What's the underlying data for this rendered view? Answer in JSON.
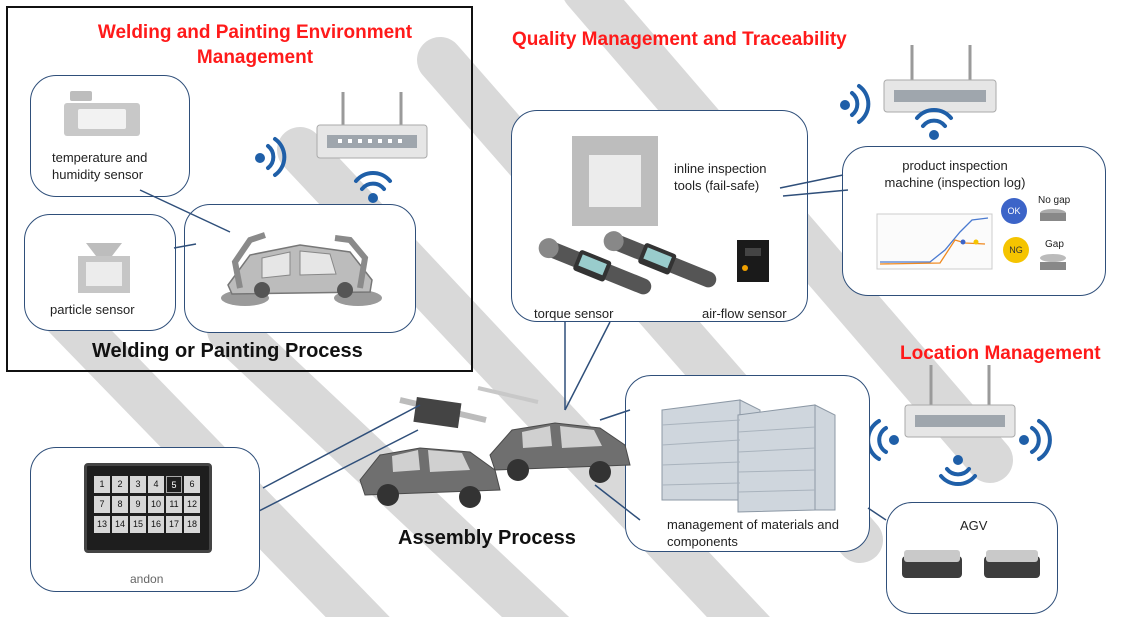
{
  "titles": {
    "welding_env": "Welding and Painting Environment Management",
    "quality": "Quality Management and Traceability",
    "location": "Location Management"
  },
  "processes": {
    "welding": "Welding or Painting Process",
    "assembly": "Assembly Process"
  },
  "labels": {
    "temp_sensor": "temperature and humidity sensor",
    "particle_sensor": "particle sensor",
    "inline_tools": "inline inspection tools (fail-safe)",
    "torque_sensor": "torque sensor",
    "airflow_sensor": "air-flow sensor",
    "inspection_machine": "product inspection machine (inspection log)",
    "ok": "OK",
    "ng": "NG",
    "no_gap": "No gap",
    "gap": "Gap",
    "materials": "management of materials and components",
    "agv": "AGV",
    "andon": "andon"
  },
  "andon_numbers": [
    "1",
    "2",
    "3",
    "4",
    "5",
    "6",
    "7",
    "8",
    "9",
    "10",
    "11",
    "12",
    "13",
    "14",
    "15",
    "16",
    "17",
    "18"
  ],
  "colors": {
    "title_red": "#ff1a1a",
    "bubble_border": "#2f4f7a",
    "wifi_blue": "#1f5fa8",
    "ok_blue": "#3c64c8",
    "ng_yellow": "#f5c400"
  },
  "icons": [
    "router-icon",
    "wifi-signal-icon",
    "sensor-device-icon",
    "car-body-icon",
    "robot-arm-icon",
    "torque-wrench-icon",
    "air-flow-sensor-icon",
    "chart-icon",
    "storage-rack-icon",
    "agv-icon",
    "andon-board-icon"
  ]
}
